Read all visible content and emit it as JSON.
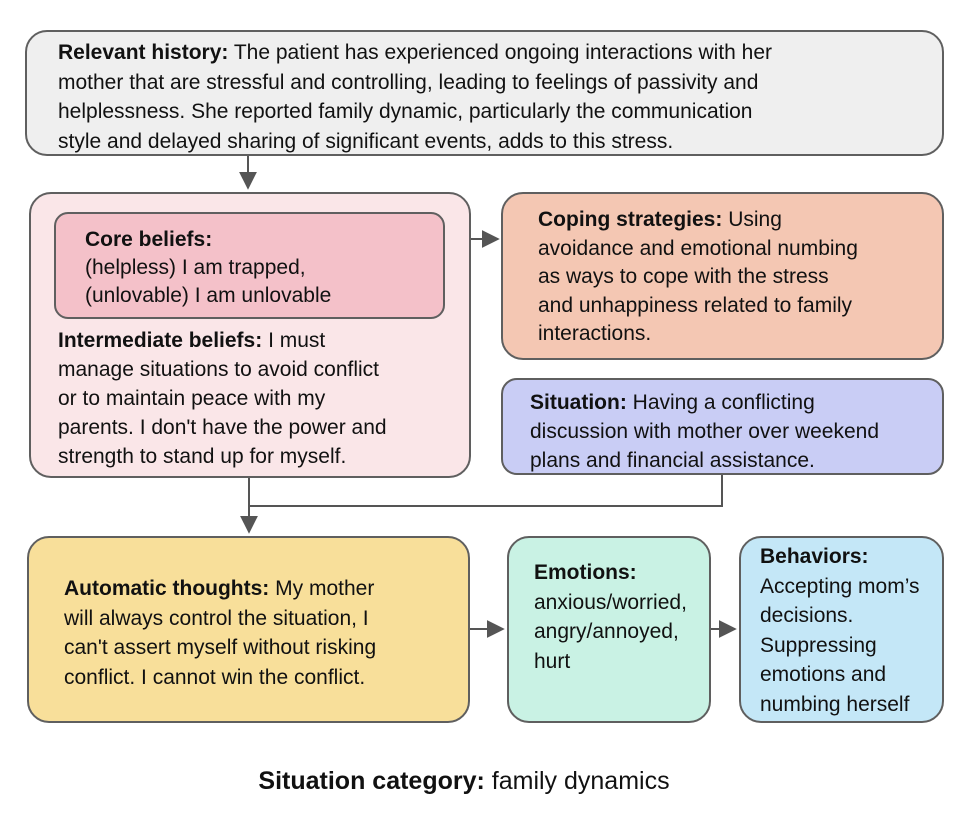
{
  "history": {
    "label": "Relevant history:",
    "lines": [
      " The patient has experienced ongoing interactions with her",
      "mother that are stressful and controlling, leading to feelings of passivity and",
      "helplessness. She reported family dynamic, particularly the communication",
      "style and delayed sharing of significant events, adds to this stress."
    ]
  },
  "core_beliefs": {
    "label": "Core beliefs:",
    "lines": [
      "(helpless) I am trapped,",
      "(unlovable) I am unlovable"
    ]
  },
  "intermediate_beliefs": {
    "label": "Intermediate beliefs:",
    "lines": [
      " I must",
      "manage situations to avoid conflict",
      "or to maintain peace with my",
      "parents. I don't have the power and",
      "strength to stand up for myself."
    ]
  },
  "coping": {
    "label": "Coping strategies:",
    "lines": [
      " Using",
      "avoidance and emotional numbing",
      "as ways to cope with the stress",
      "and unhappiness related to family",
      "interactions."
    ]
  },
  "situation": {
    "label": "Situation:",
    "lines": [
      " Having a conflicting",
      "discussion with mother over weekend",
      "plans and financial assistance."
    ]
  },
  "thoughts": {
    "label": "Automatic thoughts:",
    "lines": [
      " My mother",
      "will always control the situation, I",
      "can't assert myself without risking",
      "conflict. I cannot win the conflict."
    ]
  },
  "emotions": {
    "label": "Emotions:",
    "lines": [
      "anxious/worried,",
      "angry/annoyed,",
      "hurt"
    ]
  },
  "behaviors": {
    "label": "Behaviors:",
    "lines": [
      "Accepting mom’s",
      "decisions.",
      "Suppressing",
      "emotions and",
      "numbing herself"
    ]
  },
  "caption": {
    "label": "Situation category:",
    "value": " family dynamics"
  },
  "colors": {
    "history": "#efefef",
    "beliefs": "#fae6e8",
    "core": "#f4c1c9",
    "coping": "#f4c7b3",
    "situation": "#c9cdf5",
    "thoughts": "#f8df9a",
    "emotions": "#c9f2e4",
    "behaviors": "#c4e7f7",
    "border": "#5f5f5f"
  }
}
